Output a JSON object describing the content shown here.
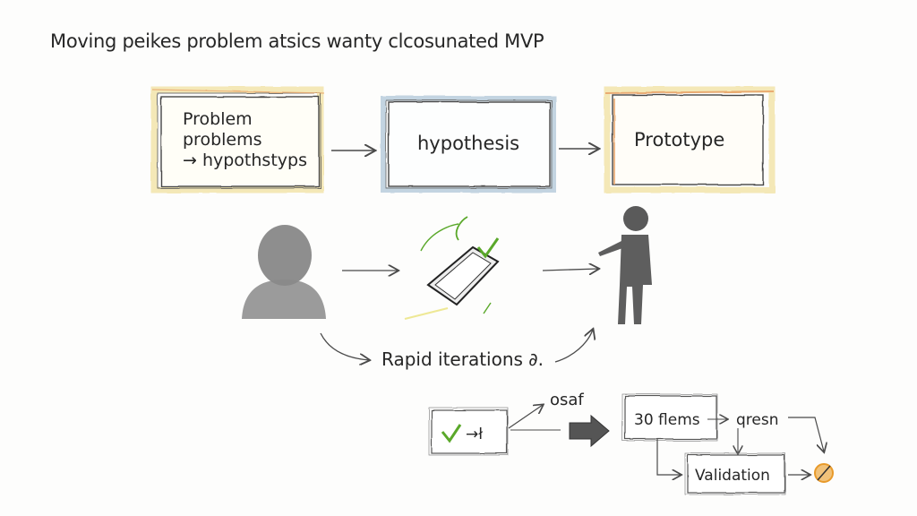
{
  "title": "Moving peikes problem atsics wanty clcosunated MVP",
  "boxes": {
    "problem": [
      "Problem",
      "problems",
      "→ hypothstyps"
    ],
    "hypothesis": "hypothesis",
    "prototype": "Prototype"
  },
  "labels": {
    "rapid_iterations": "Rapid iterations ∂.",
    "osaf": "osaf",
    "flems": "30 flems",
    "qresn": "qresn",
    "validation": "Validation",
    "check_arrow": "→ł"
  },
  "colors": {
    "pencil": "#3a3a3a",
    "yellow_wash": "#f1e3a6",
    "orange_wash": "#e8a56a",
    "blue_wash": "#a9c3d6",
    "green_check": "#5aa82a",
    "orange_circle": "#e89a2a"
  }
}
